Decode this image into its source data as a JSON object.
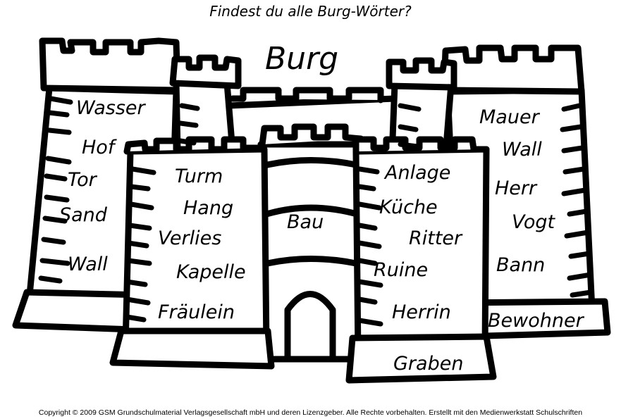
{
  "title": "Findest du alle Burg-Wörter?",
  "headword": "Burg",
  "words": {
    "left_tower": [
      "Wasser",
      "Hof",
      "Tor",
      "Sand",
      "Wall"
    ],
    "left_front_tower": [
      "Turm",
      "Hang",
      "Verlies",
      "Kapelle",
      "Fräulein"
    ],
    "gate": [
      "Bau"
    ],
    "right_front_tower": [
      "Anlage",
      "Küche",
      "Ritter",
      "Ruine",
      "Herrin",
      "Graben"
    ],
    "right_tower": [
      "Mauer",
      "Wall",
      "Herr",
      "Vogt",
      "Bann",
      "Bewohner"
    ]
  },
  "copyright": "Copyright © 2009 GSM Grundschulmaterial Verlagsgesellschaft mbH und deren Lizenzgeber. Alle Rechte vorbehalten. Erstellt mit den Medienwerkstatt Schulschriften"
}
